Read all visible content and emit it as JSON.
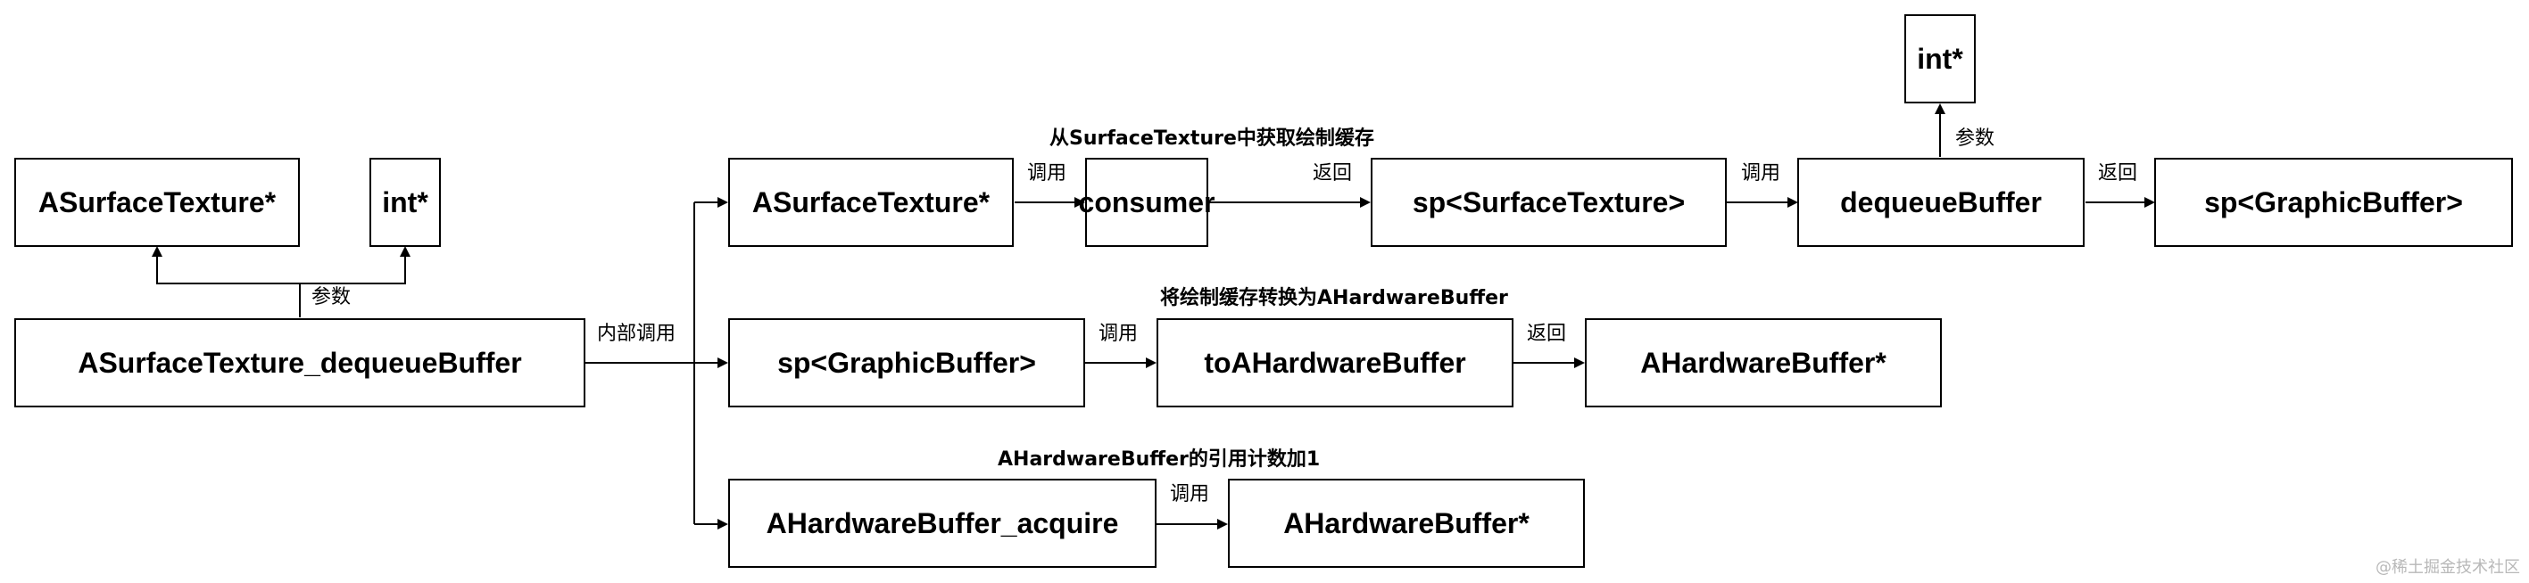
{
  "nodes": {
    "asurfacetexture_param": "ASurfaceTexture*",
    "int_param": "int*",
    "dequeue_main": "ASurfaceTexture_dequeueBuffer",
    "asurfacetexture_caller": "ASurfaceTexture*",
    "consumer": "consumer",
    "sp_surfacetexture": "sp<SurfaceTexture>",
    "dequeuebuffer": "dequeueBuffer",
    "int_top": "int*",
    "sp_graphicbuffer_result": "sp<GraphicBuffer>",
    "sp_graphicbuffer_input": "sp<GraphicBuffer>",
    "to_ahardwarebuffer": "toAHardwareBuffer",
    "ahardwarebuffer_result1": "AHardwareBuffer*",
    "ahardwarebuffer_acquire": "AHardwareBuffer_acquire",
    "ahardwarebuffer_result2": "AHardwareBuffer*"
  },
  "edge_labels": {
    "params_left": "参数",
    "internal_call": "内部调用",
    "call_consumer": "调用",
    "return_sp_surfacetexture": "返回",
    "call_dequeuebuffer": "调用",
    "params_top": "参数",
    "return_sp_graphicbuffer": "返回",
    "call_to_ahb": "调用",
    "return_ahb": "返回",
    "call_acquire": "调用"
  },
  "notes": {
    "row1": "从SurfaceTexture中获取绘制缓存",
    "row2": "将绘制缓存转换为AHardwareBuffer",
    "row3": "AHardwareBuffer的引用计数加1"
  },
  "watermark": "@稀土掘金技术社区"
}
